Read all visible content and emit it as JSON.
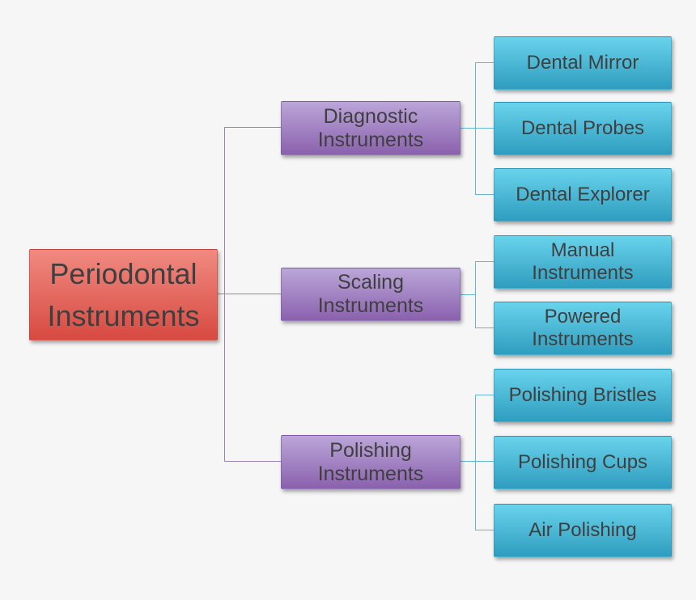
{
  "root": {
    "label": "Periodontal\nInstruments"
  },
  "categories": [
    {
      "label": "Diagnostic\nInstruments",
      "children": [
        "Dental Mirror",
        "Dental Probes",
        "Dental Explorer"
      ]
    },
    {
      "label": "Scaling\nInstruments",
      "children": [
        "Manual\nInstruments",
        "Powered\nInstruments"
      ]
    },
    {
      "label": "Polishing\nInstruments",
      "children": [
        "Polishing Bristles",
        "Polishing Cups",
        "Air Polishing"
      ]
    }
  ],
  "colors": {
    "background": "#f6f6f7",
    "text": "#3f3f3f",
    "red_top": "#f08a81",
    "red_bottom": "#d74a41",
    "purple_top": "#bba6d9",
    "purple_bottom": "#8a61ad",
    "cyan_top": "#69d3ec",
    "cyan_bottom": "#2f9dbf",
    "purple_line": "#9b82bc",
    "cyan_line": "#64b6d2"
  }
}
